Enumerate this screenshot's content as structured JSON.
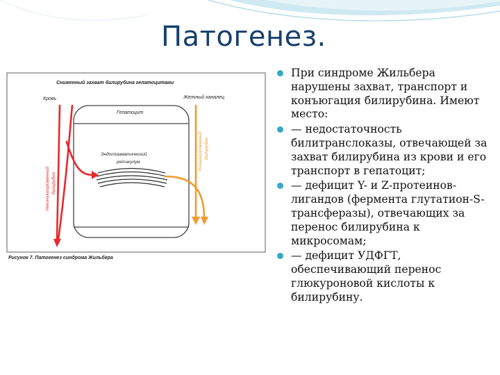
{
  "slide": {
    "title": "Патогенез.",
    "bullets": [
      "При синдроме Жильбера нарушены захват, транспорт и конъюгация билирубина. Имеют место:",
      "— недостаточность билитранслоказы, отвечающей за захват билирубина из крови и его транспорт в гепатоцит;",
      "— дефицит Y- и Z-протеинов-лигандов (фермента глутатион-S-трансферазы), отвечающих за перенос билирубина к микросомам;",
      "— дефицит УДФГТ, обеспечивающий перенос глюкуроновой кислоты к билирубину."
    ]
  },
  "figure": {
    "header": "Сниженный захват билирубина гепатоцитами",
    "label_blood": "Кровь",
    "label_bile": "Желчный каналец",
    "label_hepatocyte": "Гепатоцит",
    "label_er": "Эндоплазматический ретикулум",
    "label_unconjugated": "Неконъюгированный билирубин",
    "label_conjugated": "Конъюгированный билирубин",
    "caption": "Рисунок 7. Патогенез синдрома Жильбера",
    "colors": {
      "unconjugated": "#e8272a",
      "conjugated": "#f29a2e",
      "frame": "#555555"
    }
  }
}
